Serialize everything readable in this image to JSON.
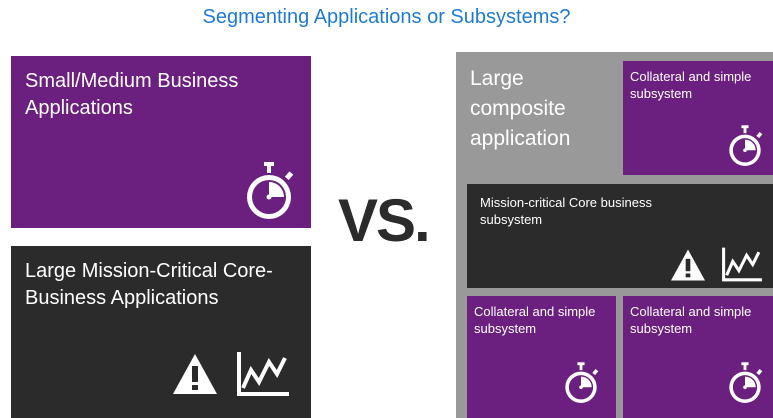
{
  "title": "Segmenting Applications or Subsystems?",
  "left": {
    "small_tile": {
      "label": "Small/Medium Business Applications",
      "icons": [
        "stopwatch-icon"
      ]
    },
    "large_tile": {
      "label": "Large Mission-Critical Core-Business Applications",
      "icons": [
        "warning-icon",
        "line-chart-icon"
      ]
    }
  },
  "vs": "VS.",
  "right": {
    "container_label": "Large composite application",
    "sub_top": {
      "label": "Collateral and simple subsystem",
      "icons": [
        "stopwatch-icon"
      ]
    },
    "sub_core": {
      "label": "Mission-critical Core business subsystem",
      "icons": [
        "warning-icon",
        "line-chart-icon"
      ]
    },
    "sub_bottom_left": {
      "label": "Collateral and simple subsystem",
      "icons": [
        "stopwatch-icon"
      ]
    },
    "sub_bottom_right": {
      "label": "Collateral and simple subsystem",
      "icons": [
        "stopwatch-icon"
      ]
    }
  },
  "colors": {
    "title": "#1e7bd3",
    "purple": "#6b1f7f",
    "dark": "#2b2b2b",
    "grey": "#999999"
  }
}
